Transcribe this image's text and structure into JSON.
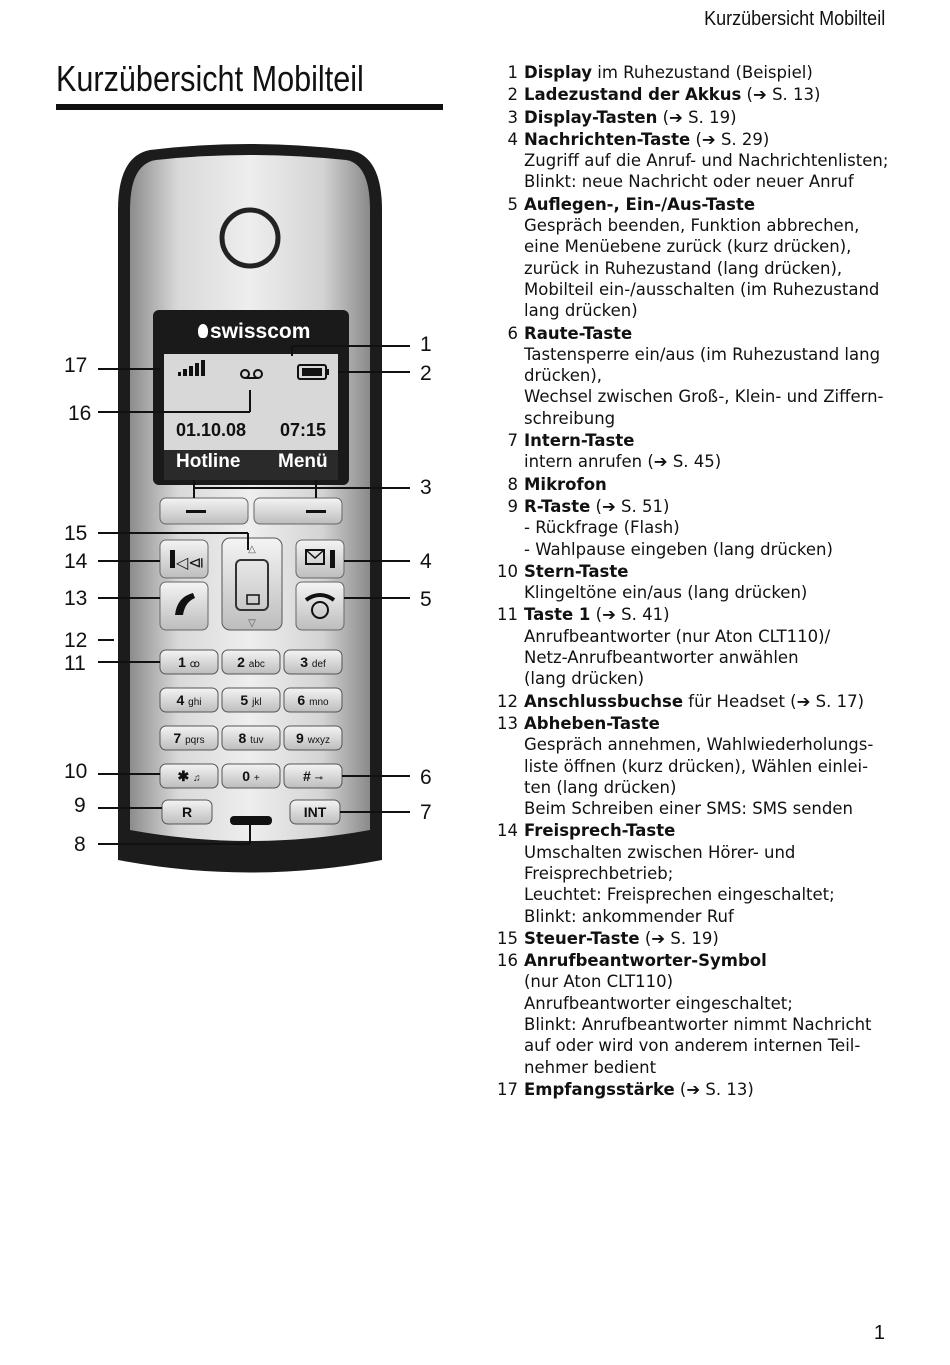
{
  "header": {
    "running_title": "Kurzübersicht Mobilteil",
    "page_title": "Kurzübersicht Mobilteil",
    "page_number": "1"
  },
  "phone": {
    "brand": "swisscom",
    "date": "01.10.08",
    "time": "07:15",
    "softkey_left": "Hotline",
    "softkey_right": "Menü",
    "keys": [
      {
        "main": "1",
        "sub": "ꝏ"
      },
      {
        "main": "2",
        "sub": "abc"
      },
      {
        "main": "3",
        "sub": "def"
      },
      {
        "main": "4",
        "sub": "ghi"
      },
      {
        "main": "5",
        "sub": "jkl"
      },
      {
        "main": "6",
        "sub": "mno"
      },
      {
        "main": "7",
        "sub": "pqrs"
      },
      {
        "main": "8",
        "sub": "tuv"
      },
      {
        "main": "9",
        "sub": "wxyz"
      },
      {
        "main": "✱",
        "sub": "♫"
      },
      {
        "main": "0",
        "sub": "+"
      },
      {
        "main": "#",
        "sub": "⊸"
      }
    ],
    "key_r": "R",
    "key_int": "INT",
    "callouts_left": [
      "17",
      "16",
      "15",
      "14",
      "13",
      "12",
      "11",
      "10",
      "9",
      "8"
    ],
    "callouts_right": [
      "1",
      "2",
      "3",
      "4",
      "5",
      "6",
      "7"
    ]
  },
  "legend": [
    {
      "num": "1",
      "title": "Display",
      "suffix": " im Ruhezustand (Beispiel)",
      "lines": []
    },
    {
      "num": "2",
      "title": "Ladezustand der Akkus",
      "suffix": " (➔ S. 13)",
      "lines": []
    },
    {
      "num": "3",
      "title": "Display-Tasten",
      "suffix": " (➔ S. 19)",
      "lines": []
    },
    {
      "num": "4",
      "title": "Nachrichten-Taste",
      "suffix": " (➔ S. 29)",
      "lines": [
        "Zugriff auf die Anruf- und Nachrichtenlisten;",
        "Blinkt: neue Nachricht oder neuer Anruf"
      ]
    },
    {
      "num": "5",
      "title": "Auflegen-, Ein-/Aus-Taste",
      "suffix": "",
      "lines": [
        "Gespräch beenden, Funktion abbrechen,",
        "eine Menüebene zurück (kurz drücken),",
        "zurück in Ruhezustand (lang drücken),",
        "Mobilteil ein-/ausschalten (im Ruhezustand",
        "lang drücken)"
      ]
    },
    {
      "num": "6",
      "title": "Raute-Taste",
      "suffix": "",
      "lines": [
        "Tastensperre ein/aus (im Ruhezustand lang",
        "drücken),",
        "Wechsel zwischen Groß-, Klein- und Ziffern-",
        "schreibung"
      ]
    },
    {
      "num": "7",
      "title": "Intern-Taste",
      "suffix": "",
      "lines": [
        "intern anrufen (➔ S. 45)"
      ]
    },
    {
      "num": "8",
      "title": "Mikrofon",
      "suffix": "",
      "lines": []
    },
    {
      "num": "9",
      "title": "R-Taste",
      "suffix": " (➔ S. 51)",
      "lines": [
        "- Rückfrage (Flash)",
        "- Wahlpause eingeben (lang drücken)"
      ]
    },
    {
      "num": "10",
      "title": "Stern-Taste",
      "suffix": "",
      "lines": [
        "Klingeltöne ein/aus (lang drücken)"
      ]
    },
    {
      "num": "11",
      "title": "Taste 1",
      "suffix": " (➔ S. 41)",
      "lines": [
        "Anrufbeantworter (nur Aton CLT110)/",
        "Netz-Anrufbeantworter anwählen",
        "(lang drücken)"
      ]
    },
    {
      "num": "12",
      "title": "Anschlussbuchse",
      "suffix": " für Headset (➔ S. 17)",
      "lines": []
    },
    {
      "num": "13",
      "title": "Abheben-Taste",
      "suffix": "",
      "lines": [
        "Gespräch annehmen, Wahlwiederholungs-",
        "liste öffnen (kurz drücken), Wählen einlei-",
        "ten (lang drücken)",
        "Beim Schreiben einer SMS: SMS senden"
      ]
    },
    {
      "num": "14",
      "title": "Freisprech-Taste",
      "suffix": "",
      "lines": [
        "Umschalten zwischen Hörer- und",
        "Freisprechbetrieb;",
        "Leuchtet: Freisprechen eingeschaltet;",
        "Blinkt: ankommender Ruf"
      ]
    },
    {
      "num": "15",
      "title": "Steuer-Taste",
      "suffix": " (➔ S. 19)",
      "lines": []
    },
    {
      "num": "16",
      "title": "Anrufbeantworter-Symbol",
      "suffix": "",
      "lines": [
        "(nur Aton CLT110)",
        "Anrufbeantworter eingeschaltet;",
        "Blinkt: Anrufbeantworter nimmt Nachricht",
        "auf oder wird von anderem internen Teil-",
        "nehmer bedient"
      ]
    },
    {
      "num": "17",
      "title": "Empfangsstärke",
      "suffix": " (➔ S. 13)",
      "lines": []
    }
  ]
}
